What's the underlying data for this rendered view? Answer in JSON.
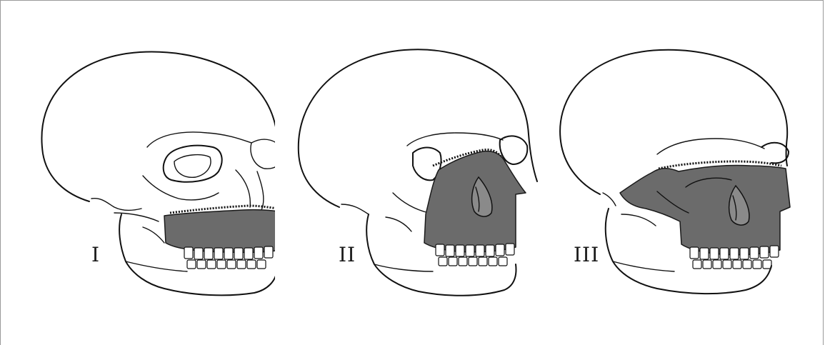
{
  "figures": [
    {
      "label": "I",
      "shade_color": "#6b6b6b"
    },
    {
      "label": "II",
      "shade_color": "#6b6b6b"
    },
    {
      "label": "III",
      "shade_color": "#6b6b6b"
    }
  ]
}
